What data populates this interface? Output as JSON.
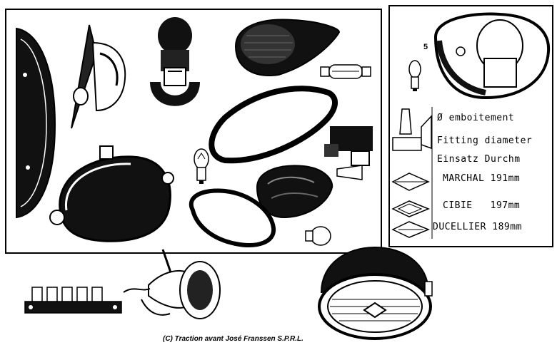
{
  "right_panel": {
    "marker": "5",
    "labels": [
      "Ø emboitement",
      "Fitting diameter",
      "Einsatz Durchm",
      "MARCHAL 191mm",
      "CIBIE   197mm",
      "DUCELLIER 189mm"
    ]
  },
  "footer": {
    "copyright": "(C)  Traction avant José Franssen  S.P.R.L."
  },
  "colors": {
    "ink": "#000000",
    "paper": "#ffffff"
  }
}
